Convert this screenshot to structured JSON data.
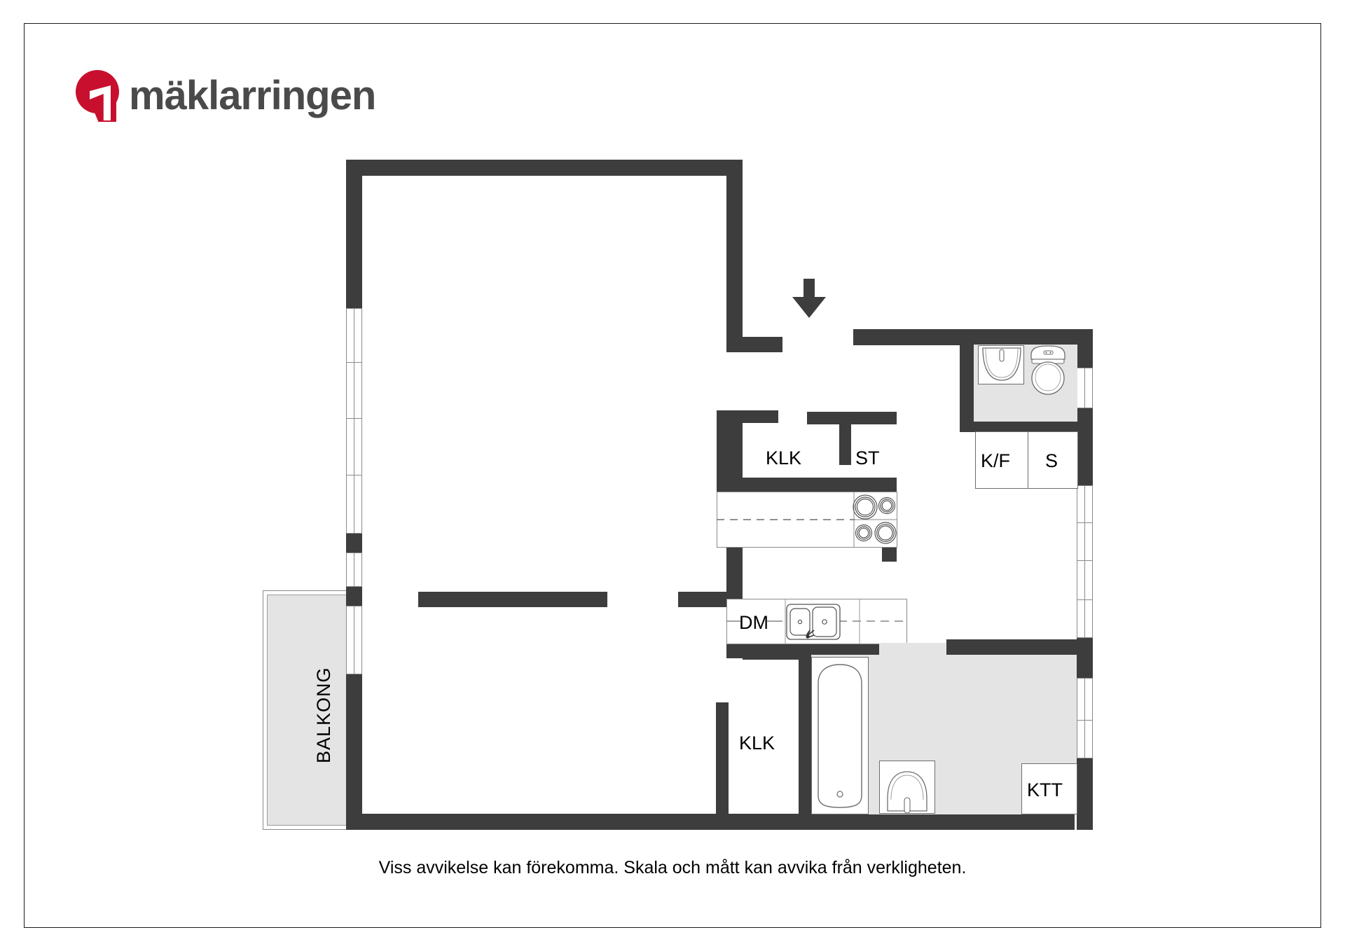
{
  "brand": {
    "name": "mäklarringen",
    "logo_icon": "maklarringen-pin-logo",
    "accent_color": "#c8102e",
    "text_color": "#4a4a4a"
  },
  "document": {
    "type": "floor-plan",
    "footer_note": "Viss avvikelse kan förekomma. Skala och mått kan avvika från verkligheten.",
    "background_color": "#ffffff",
    "wall_color": "#3d3d3d",
    "fill_color": "#e4e4e4"
  },
  "rooms": [
    {
      "id": "balkong",
      "label": "BALKONG",
      "orientation": "vertical",
      "fill": "#e4e4e4"
    },
    {
      "id": "klk-top",
      "label": "KLK",
      "orientation": "horizontal",
      "fill": "#ffffff"
    },
    {
      "id": "st",
      "label": "ST",
      "orientation": "horizontal",
      "fill": "#ffffff"
    },
    {
      "id": "kf",
      "label": "K/F",
      "orientation": "horizontal",
      "fill": "#ffffff"
    },
    {
      "id": "s",
      "label": "S",
      "orientation": "horizontal",
      "fill": "#ffffff"
    },
    {
      "id": "dm",
      "label": "DM",
      "orientation": "horizontal",
      "fill": "#ffffff"
    },
    {
      "id": "klk-bot",
      "label": "KLK",
      "orientation": "horizontal",
      "fill": "#ffffff"
    },
    {
      "id": "ktt",
      "label": "KTT",
      "orientation": "horizontal",
      "fill": "#ffffff"
    }
  ],
  "fixtures": [
    {
      "id": "entry-arrow",
      "name": "entrance-arrow-icon"
    },
    {
      "id": "wc-sink",
      "name": "washbasin-icon"
    },
    {
      "id": "wc-toilet",
      "name": "toilet-icon"
    },
    {
      "id": "cooktop",
      "name": "cooktop-icon",
      "burners": 4
    },
    {
      "id": "kitchen-sink",
      "name": "double-sink-icon",
      "basins": 2
    },
    {
      "id": "bathtub",
      "name": "bathtub-icon"
    },
    {
      "id": "bath-sink",
      "name": "washbasin-icon"
    }
  ]
}
